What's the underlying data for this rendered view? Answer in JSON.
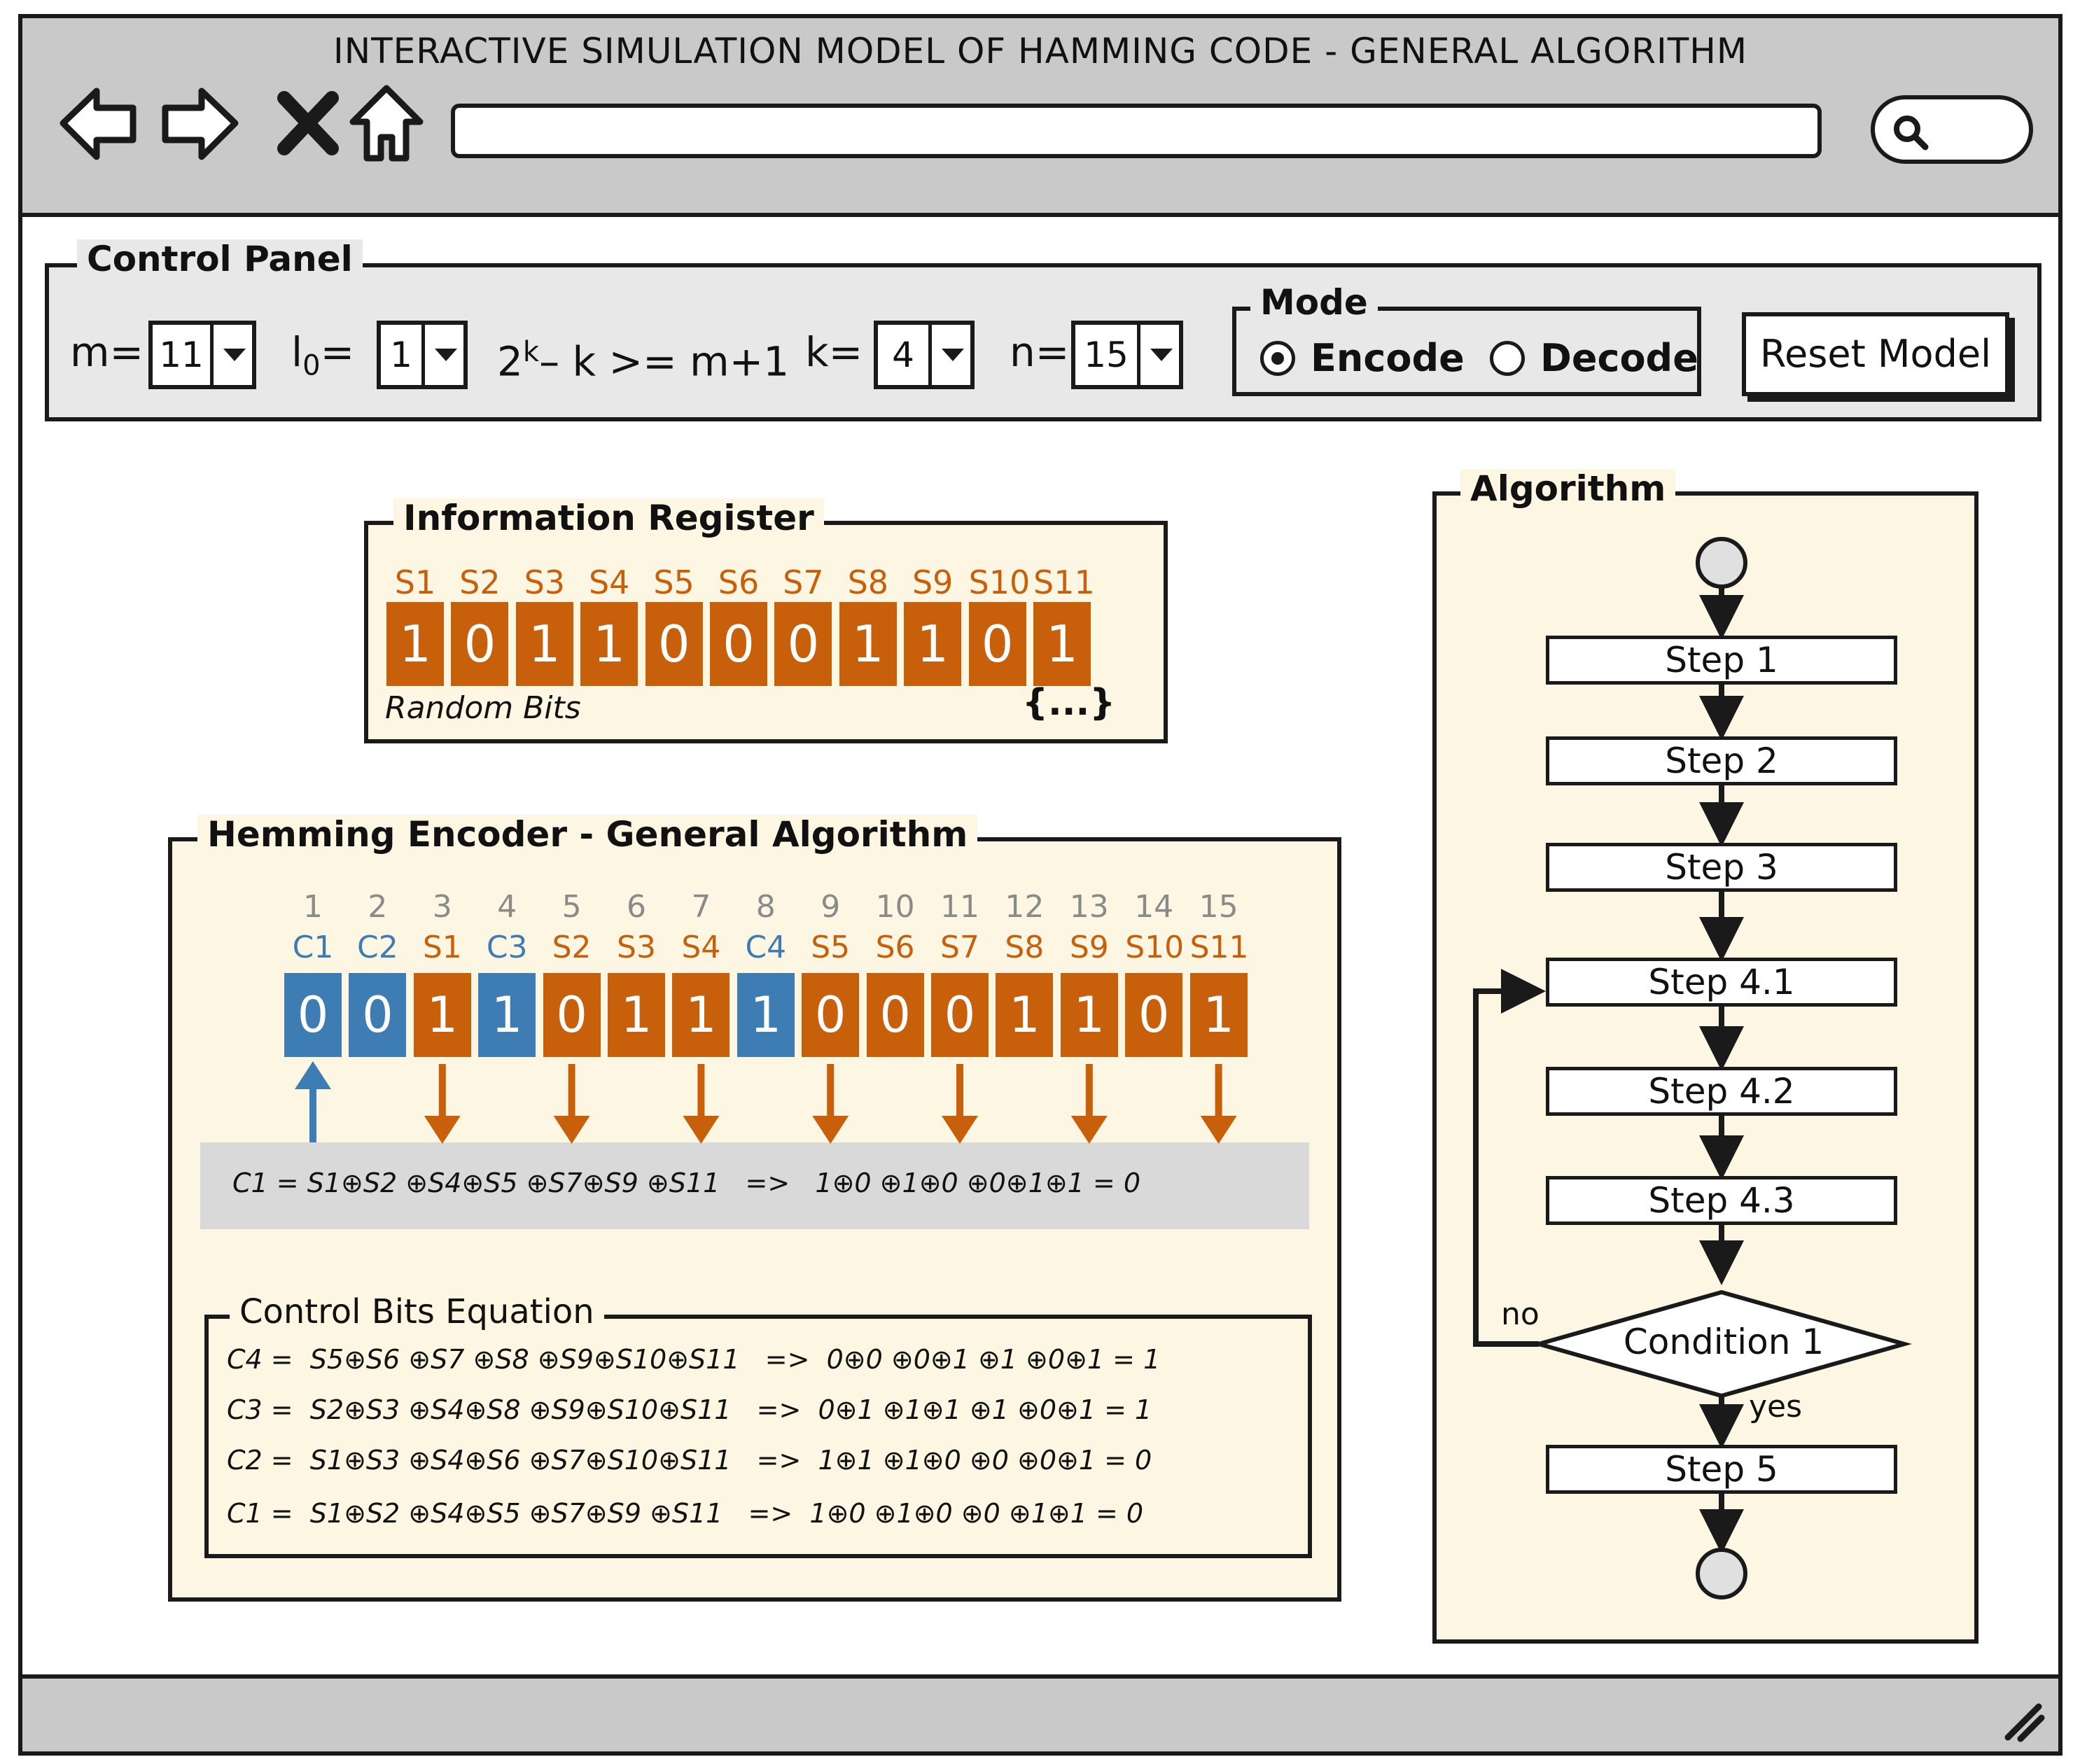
{
  "window": {
    "title": "INTERACTIVE SIMULATION MODEL OF HAMMING CODE - GENERAL ALGORITHM"
  },
  "toolbar": {
    "icons": [
      "back-arrow-icon",
      "forward-arrow-icon",
      "close-x-icon",
      "home-icon",
      "search-icon"
    ],
    "url": "",
    "search_value": ""
  },
  "control_panel": {
    "title": "Control Panel",
    "m_label": "m=",
    "m_value": "11",
    "l0_label_main": "l",
    "l0_label_sub": "0",
    "l0_suffix": "=",
    "l0_value": "1",
    "inequality_base": "2",
    "inequality_exp": "k",
    "inequality_rest": "– k >= m+1",
    "k_label": "k=",
    "k_value": "4",
    "n_label": "n=",
    "n_value": "15",
    "mode": {
      "title": "Mode",
      "options": [
        "Encode",
        "Decode"
      ],
      "selected": "Encode"
    },
    "reset_label": "Reset Model"
  },
  "information_register": {
    "title": "Information Register",
    "labels": [
      "S1",
      "S2",
      "S3",
      "S4",
      "S5",
      "S6",
      "S7",
      "S8",
      "S9",
      "S10",
      "S11"
    ],
    "bits": [
      "1",
      "0",
      "1",
      "1",
      "0",
      "0",
      "0",
      "1",
      "1",
      "0",
      "1"
    ],
    "random_label": "Random Bits",
    "random_icon": "{...}"
  },
  "encoder": {
    "title": "Hemming Encoder - General Algorithm",
    "positions": [
      "1",
      "2",
      "3",
      "4",
      "5",
      "6",
      "7",
      "8",
      "9",
      "10",
      "11",
      "12",
      "13",
      "14",
      "15"
    ],
    "labels": [
      "C1",
      "C2",
      "S1",
      "C3",
      "S2",
      "S3",
      "S4",
      "C4",
      "S5",
      "S6",
      "S7",
      "S8",
      "S9",
      "S10",
      "S11"
    ],
    "bits": [
      "0",
      "0",
      "1",
      "1",
      "0",
      "1",
      "1",
      "1",
      "0",
      "0",
      "0",
      "1",
      "1",
      "0",
      "1"
    ],
    "kinds": [
      "c",
      "c",
      "s",
      "c",
      "s",
      "s",
      "s",
      "c",
      "s",
      "s",
      "s",
      "s",
      "s",
      "s",
      "s"
    ],
    "active_formula": "C1 = S1⊕S2 ⊕S4⊕S5 ⊕S7⊕S9 ⊕S11   =>   1⊕0 ⊕1⊕0 ⊕0⊕1⊕1 = 0",
    "control_bits_title": "Control Bits Equation",
    "equations": [
      "C4 =  S5⊕S6 ⊕S7 ⊕S8 ⊕S9⊕S10⊕S11   =>  0⊕0 ⊕0⊕1 ⊕1 ⊕0⊕1 = 1",
      "C3 =  S2⊕S3 ⊕S4⊕S8 ⊕S9⊕S10⊕S11   =>  0⊕1 ⊕1⊕1 ⊕1 ⊕0⊕1 = 1",
      "C2 =  S1⊕S3 ⊕S4⊕S6 ⊕S7⊕S10⊕S11   =>  1⊕1 ⊕1⊕0 ⊕0 ⊕0⊕1 = 0",
      "C1 =  S1⊕S2 ⊕S4⊕S5 ⊕S7⊕S9 ⊕S11   =>  1⊕0 ⊕1⊕0 ⊕0 ⊕1⊕1 = 0"
    ]
  },
  "algorithm": {
    "title": "Algorithm",
    "steps": [
      "Step 1",
      "Step 2",
      "Step 3",
      "Step 4.1",
      "Step 4.2",
      "Step 4.3"
    ],
    "condition": "Condition 1",
    "no_label": "no",
    "yes_label": "yes",
    "final_step": "Step 5"
  },
  "colors": {
    "control_bit": "#3d7db3",
    "info_bit": "#c8600b",
    "panel": "#e8e8e8",
    "cream": "#fdf6e3",
    "chrome": "#c9c9c9"
  }
}
